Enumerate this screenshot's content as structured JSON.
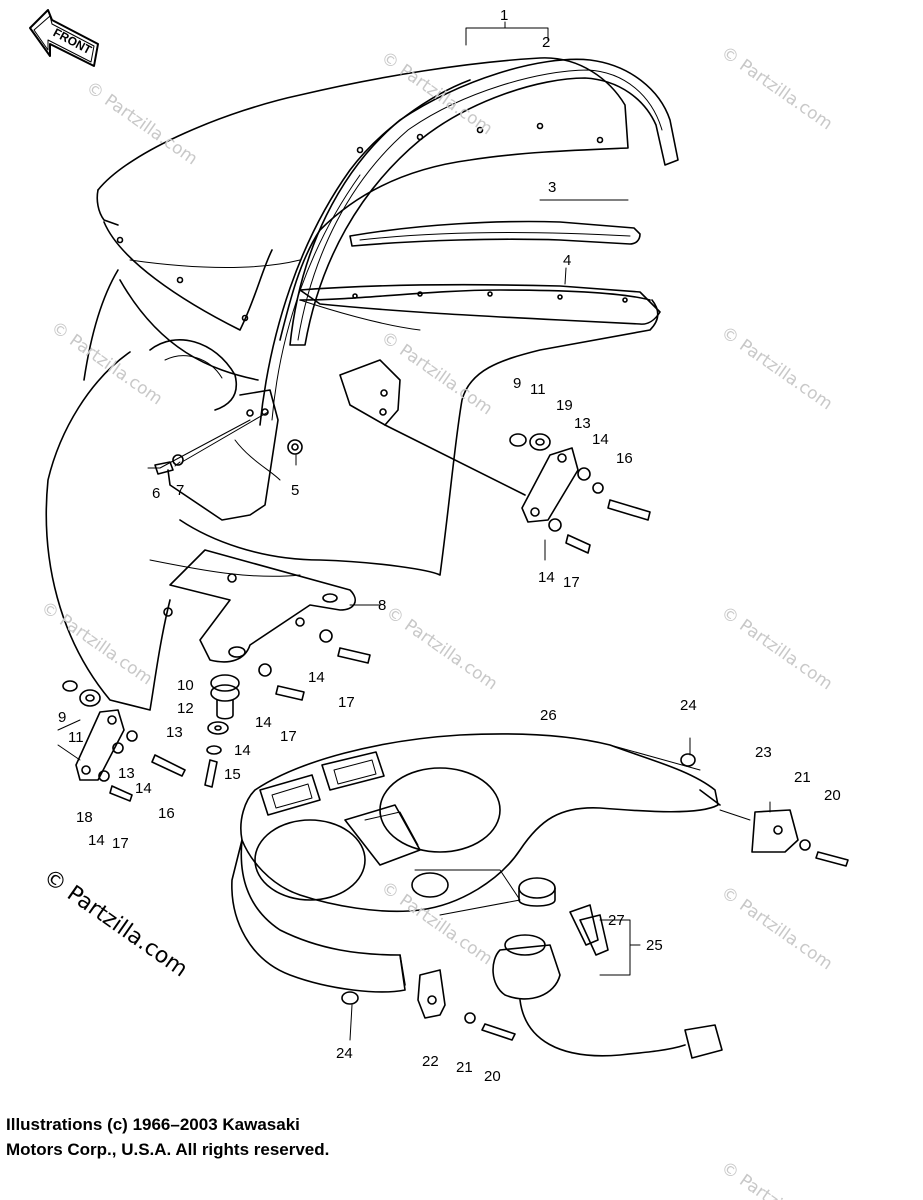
{
  "front_label": "FRONT",
  "watermark_large": "© Partzilla.com",
  "watermark_small": "© Partzilla.com",
  "copyright": {
    "line1": "Illustrations (c) 1966–2003 Kawasaki",
    "line2": "Motors Corp., U.S.A.  All rights reserved."
  },
  "callouts": {
    "c1": "1",
    "c2": "2",
    "c3": "3",
    "c4": "4",
    "c5": "5",
    "c6": "6",
    "c7": "7",
    "c8": "8",
    "c9a": "9",
    "c11a": "11",
    "c19": "19",
    "c13a": "13",
    "c14a": "14",
    "c16a": "16",
    "c14b": "14",
    "c17a": "17",
    "c14c": "14",
    "c17b": "17",
    "c10": "10",
    "c12": "12",
    "c13b": "13",
    "c14d": "14",
    "c15": "15",
    "c14e": "14",
    "c17c": "17",
    "c9b": "9",
    "c11b": "11",
    "c13c": "13",
    "c14f": "14",
    "c16b": "16",
    "c18": "18",
    "c14g": "14",
    "c17d": "17",
    "c26": "26",
    "c24a": "24",
    "c23": "23",
    "c21a": "21",
    "c20a": "20",
    "c27": "27",
    "c25": "25",
    "c24b": "24",
    "c22": "22",
    "c21b": "21",
    "c20b": "20"
  }
}
